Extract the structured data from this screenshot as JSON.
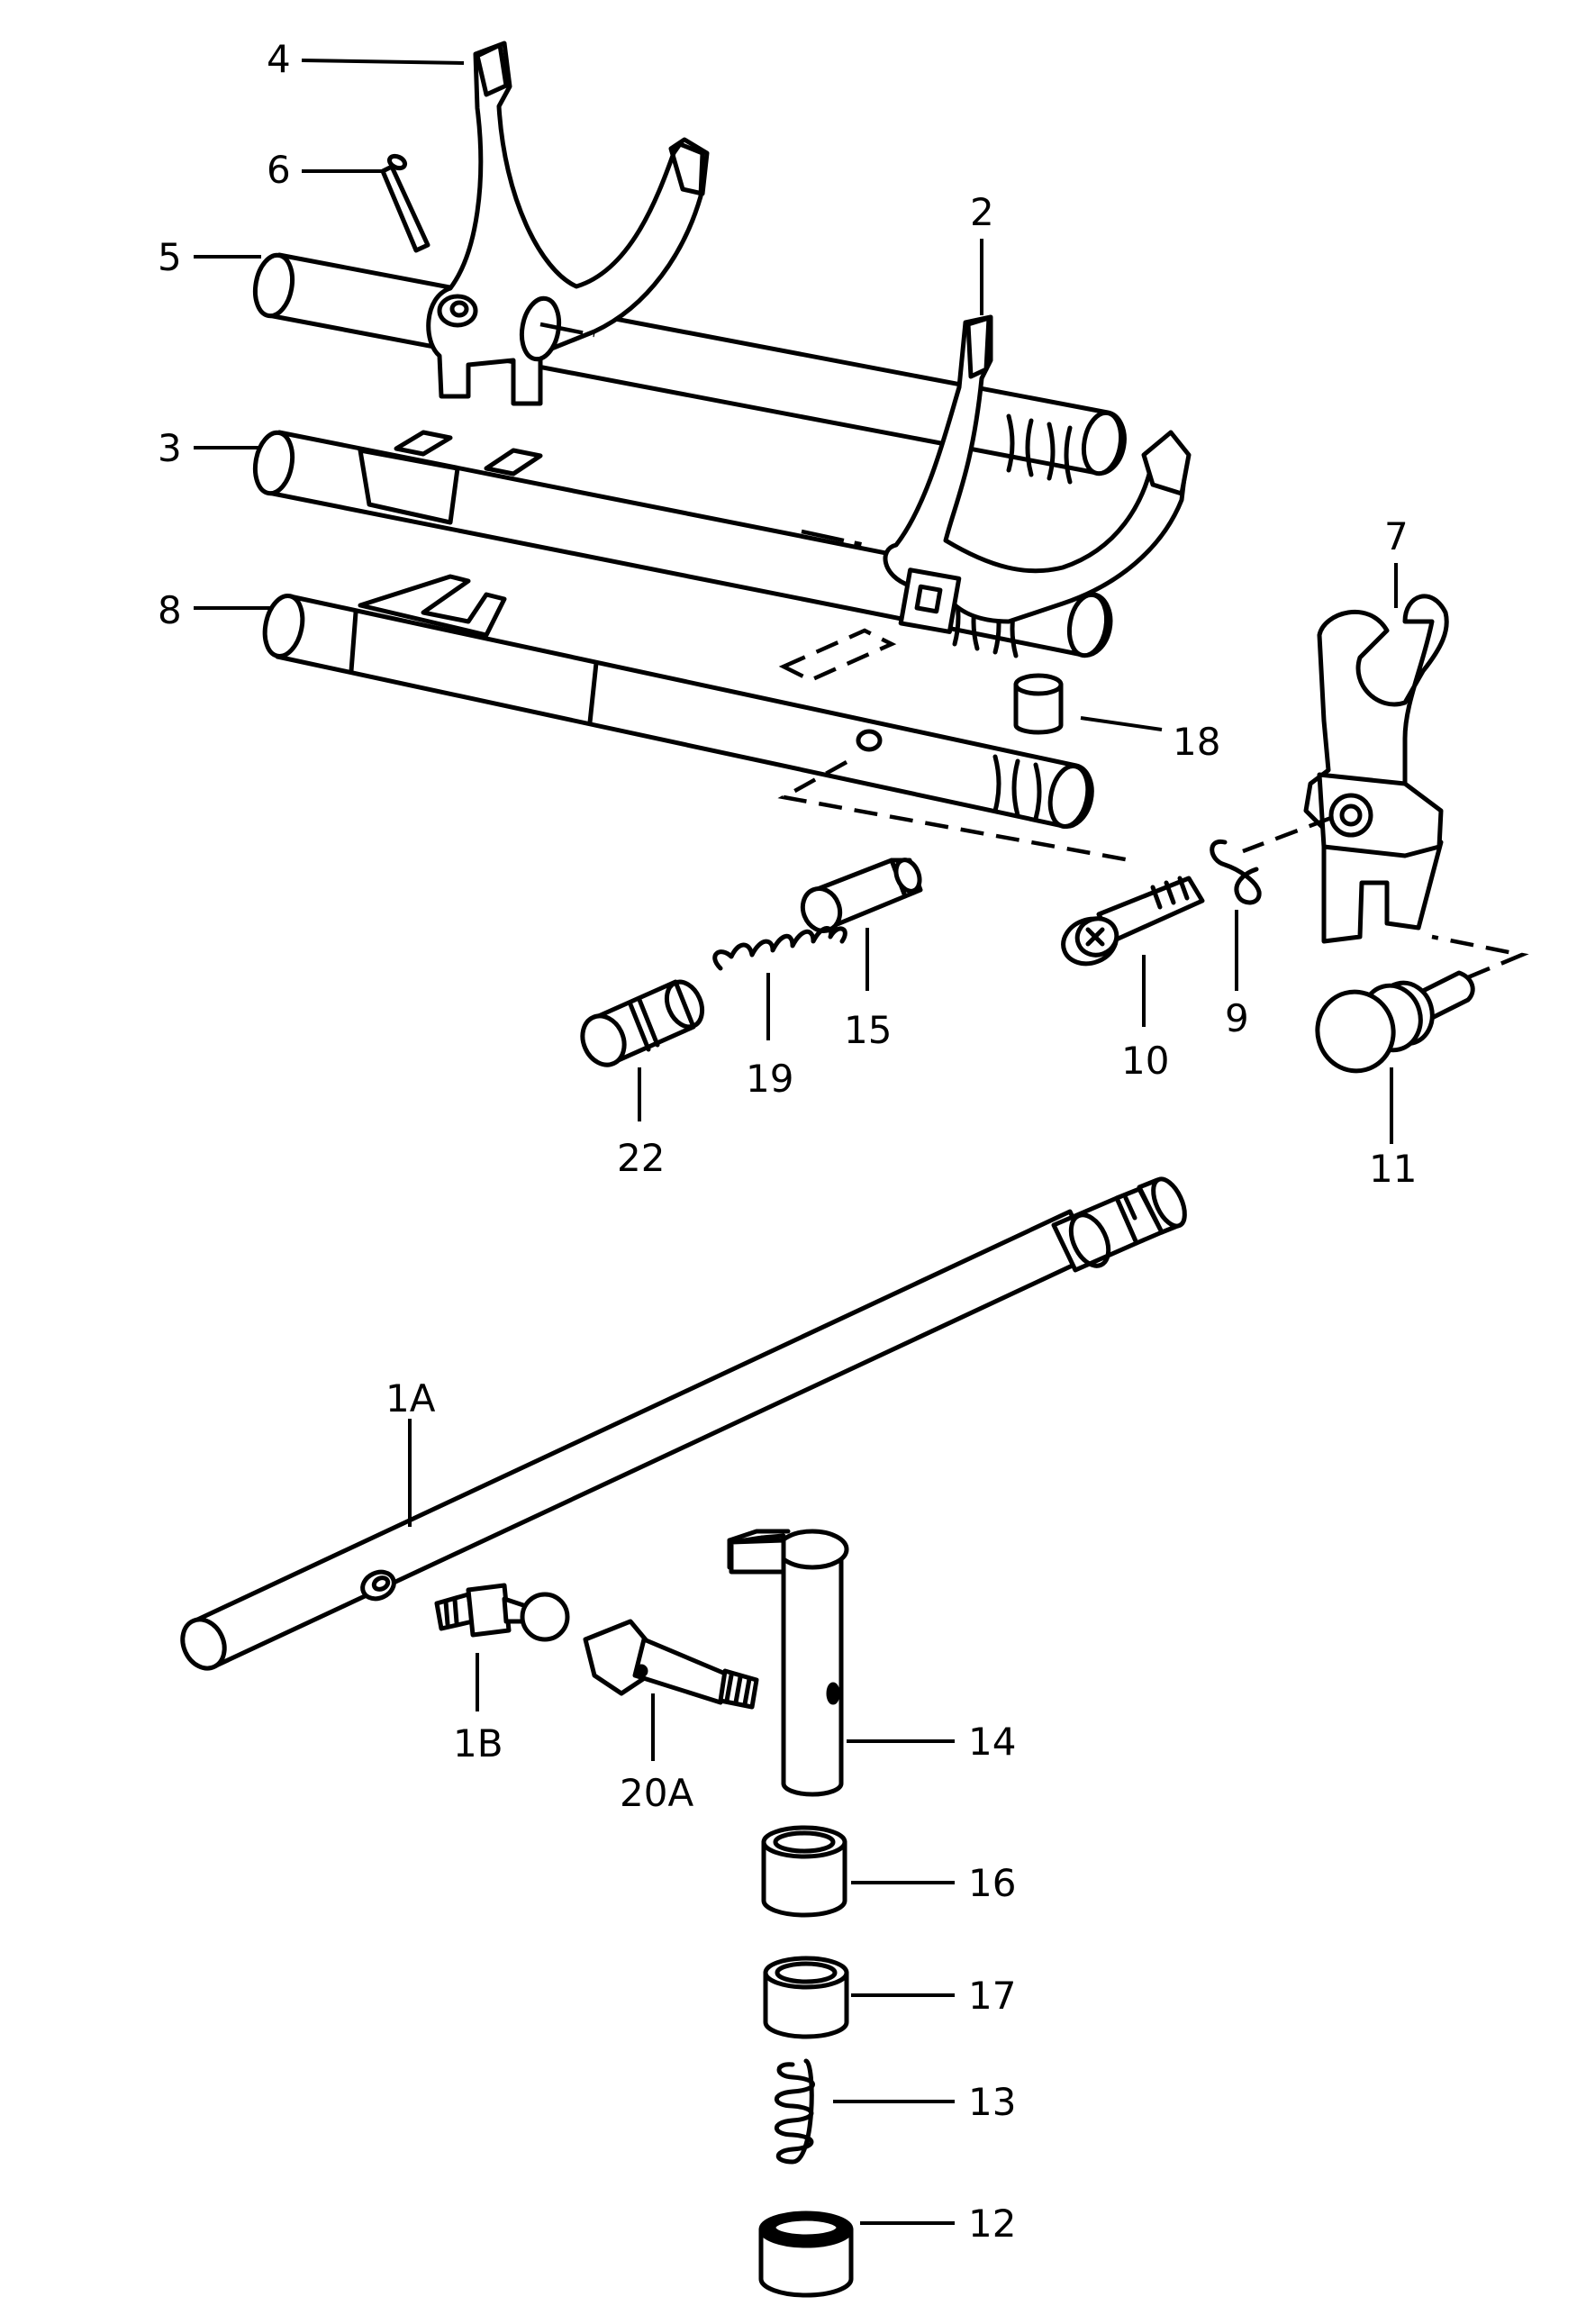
{
  "callouts": {
    "c1A": "1A",
    "c1B": "1B",
    "c2": "2",
    "c3": "3",
    "c4": "4",
    "c5": "5",
    "c6": "6",
    "c7": "7",
    "c8": "8",
    "c9": "9",
    "c10": "10",
    "c11": "11",
    "c12": "12",
    "c13": "13",
    "c14": "14",
    "c15": "15",
    "c16": "16",
    "c17": "17",
    "c18": "18",
    "c19": "19",
    "c20A": "20A",
    "c22": "22"
  },
  "colors": {
    "line": "#000000",
    "background": "#ffffff"
  }
}
